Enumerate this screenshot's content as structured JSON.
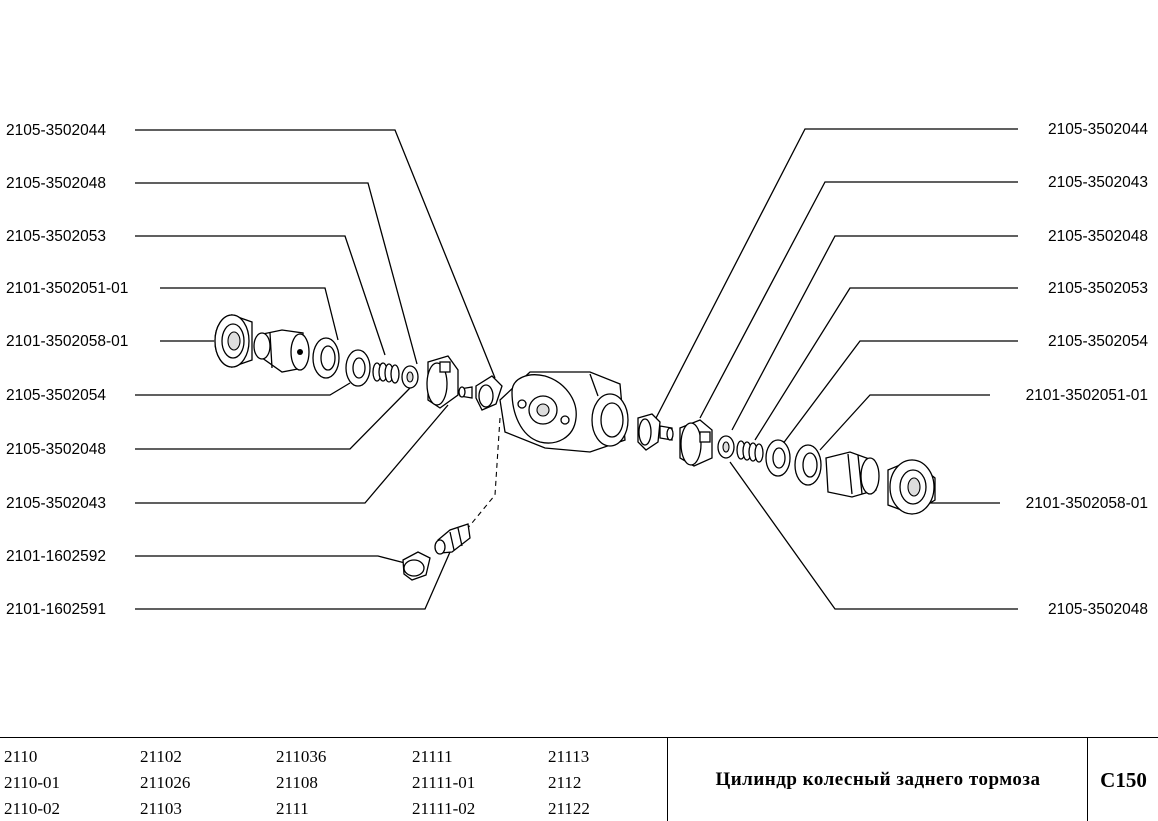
{
  "left_labels": [
    "2105-3502044",
    "2105-3502048",
    "2105-3502053",
    "2101-3502051-01",
    "2101-3502058-01",
    "2105-3502054",
    "2105-3502048",
    "2105-3502043",
    "2101-1602592",
    "2101-1602591"
  ],
  "right_labels": [
    "2105-3502044",
    "2105-3502043",
    "2105-3502048",
    "2105-3502053",
    "2105-3502054",
    "2101-3502051-01",
    "2101-3502058-01",
    "2105-3502048"
  ],
  "models": [
    [
      "2110",
      "2110-01",
      "2110-02"
    ],
    [
      "21102",
      "211026",
      "21103"
    ],
    [
      "211036",
      "21108",
      "2111"
    ],
    [
      "21111",
      "21111-01",
      "21111-02"
    ],
    [
      "21113",
      "2112",
      "21122"
    ]
  ],
  "title": "Цилиндр колесный заднего тормоза",
  "page_code": "C150"
}
